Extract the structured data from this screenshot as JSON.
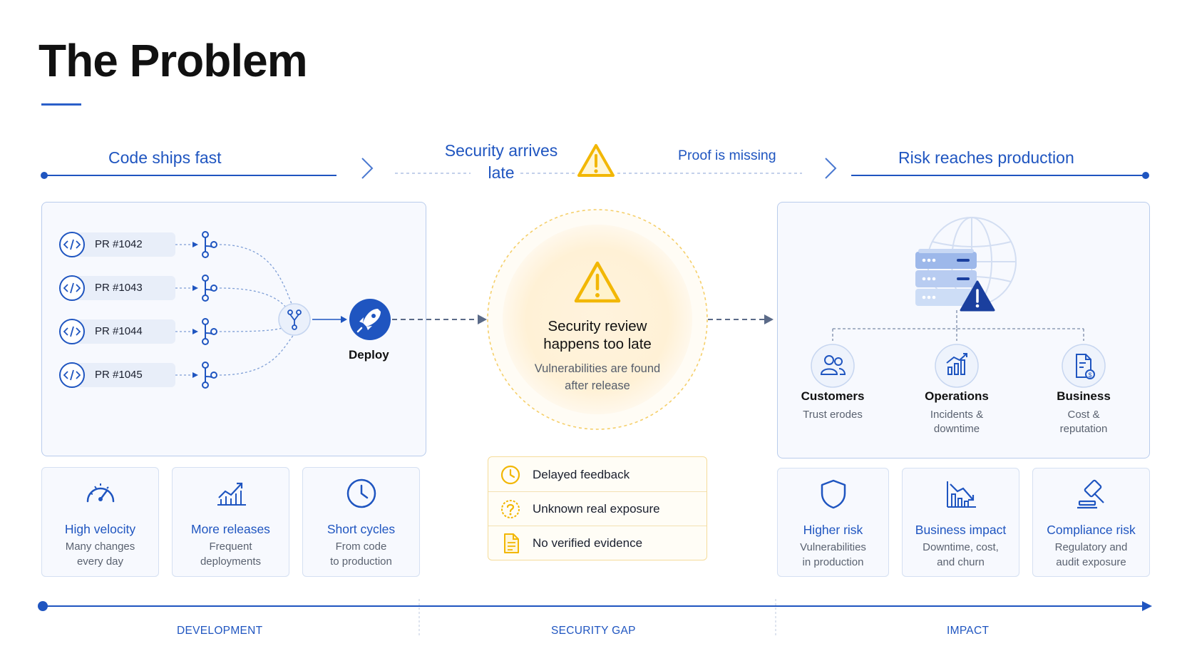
{
  "title": "The Problem",
  "phases": {
    "code_ships_fast": "Code ships fast",
    "security_arrives_late_1": "Security arrives",
    "security_arrives_late_2": "late",
    "proof_missing": "Proof is missing",
    "risk_reaches_production": "Risk reaches production"
  },
  "development": {
    "pull_requests": [
      "PR #1042",
      "PR #1043",
      "PR #1044",
      "PR #1045"
    ],
    "deploy_label": "Deploy",
    "cards": [
      {
        "icon": "speedometer-icon",
        "title": "High velocity",
        "sub1": "Many changes",
        "sub2": "every day"
      },
      {
        "icon": "trend-up-chart-icon",
        "title": "More releases",
        "sub1": "Frequent",
        "sub2": "deployments"
      },
      {
        "icon": "clock-icon",
        "title": "Short cycles",
        "sub1": "From code",
        "sub2": "to production"
      }
    ]
  },
  "security_gap": {
    "circle_title_1": "Security review",
    "circle_title_2": "happens too late",
    "circle_sub_1": "Vulnerabilities are found",
    "circle_sub_2": "after release",
    "issues": [
      {
        "icon": "clock-icon",
        "label": "Delayed feedback"
      },
      {
        "icon": "question-icon",
        "label": "Unknown real exposure"
      },
      {
        "icon": "document-icon",
        "label": "No verified evidence"
      }
    ]
  },
  "impact": {
    "nodes": [
      {
        "icon": "users-icon",
        "title": "Customers",
        "sub1": "Trust erodes",
        "sub2": ""
      },
      {
        "icon": "bar-chart-icon",
        "title": "Operations",
        "sub1": "Incidents &",
        "sub2": "downtime"
      },
      {
        "icon": "document-money-icon",
        "title": "Business",
        "sub1": "Cost &",
        "sub2": "reputation"
      }
    ],
    "cards": [
      {
        "icon": "shield-icon",
        "title": "Higher risk",
        "sub1": "Vulnerabilities",
        "sub2": "in production"
      },
      {
        "icon": "declining-chart-icon",
        "title": "Business impact",
        "sub1": "Downtime, cost,",
        "sub2": "and churn"
      },
      {
        "icon": "gavel-icon",
        "title": "Compliance risk",
        "sub1": "Regulatory and",
        "sub2": "audit exposure"
      }
    ]
  },
  "timeline": {
    "development": "DEVELOPMENT",
    "security_gap": "SECURITY GAP",
    "impact": "IMPACT"
  },
  "colors": {
    "accent_blue": "#1f55c0",
    "warning_yellow": "#f2b705",
    "panel_border": "#b9ccec",
    "navy": "#1a3f9e"
  }
}
